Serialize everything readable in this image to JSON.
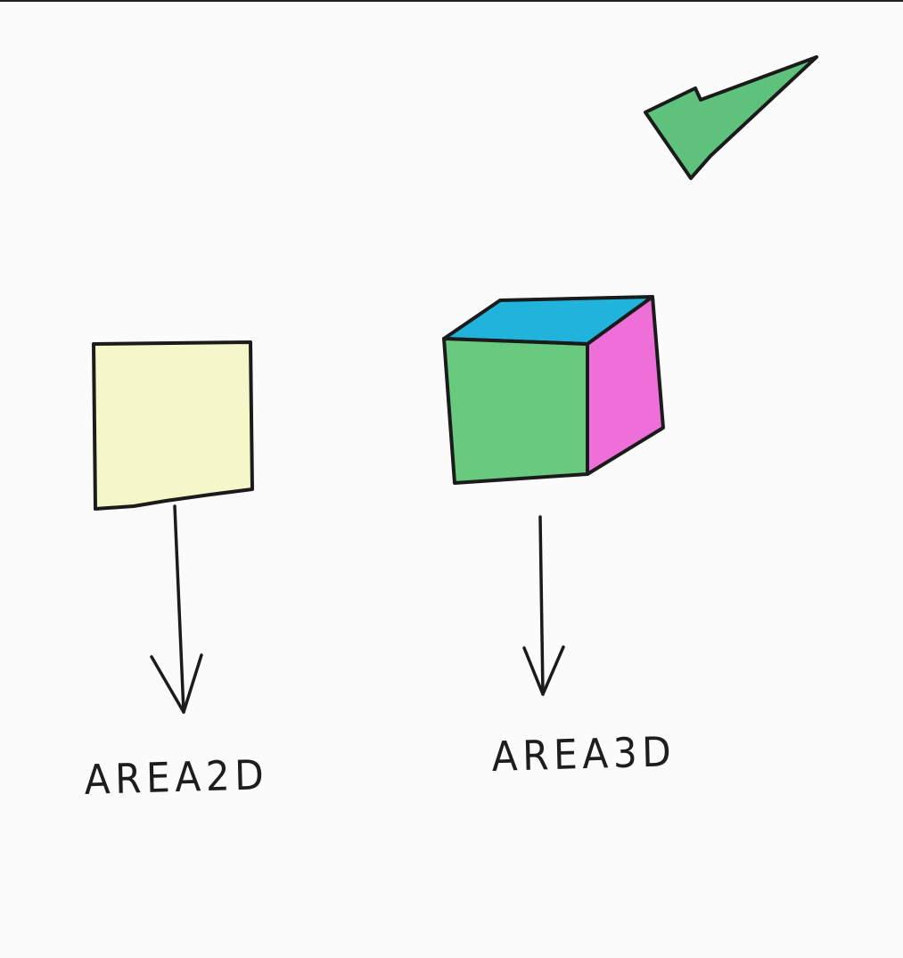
{
  "labels": {
    "area2d": "AREA2D",
    "area3d": "AREA3D"
  },
  "colors": {
    "ink": "#1b1b1b",
    "square_fill": "#f6f7c8",
    "cube_front": "#68c97f",
    "cube_top": "#20b4dc",
    "cube_side": "#ef6fd8",
    "checkmark": "#5fc27c"
  },
  "icons": {
    "checkmark": "checkmark-icon",
    "square": "square-shape",
    "cube": "cube-shape"
  }
}
